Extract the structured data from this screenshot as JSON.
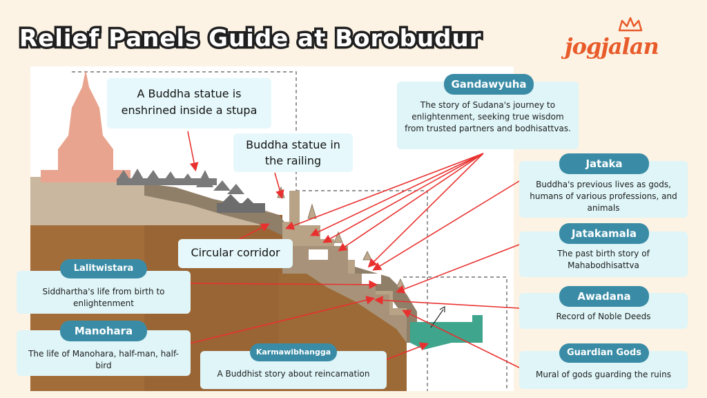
{
  "title": "Relief Panels Guide at Borobudur",
  "logo": "jogjalan",
  "colors": {
    "accent_teal": "#3a8ca6",
    "box_bg": "#dff5f8",
    "arrow": "#e8312f",
    "brand": "#e85b2a"
  },
  "callouts": {
    "stupa": "A Buddha statue is enshrined inside a stupa",
    "railing": "Buddha statue in the railing",
    "corridor": "Circular corridor",
    "gandawyuha": {
      "name": "Gandawyuha",
      "desc": "The story of Sudana's journey to enlightenment, seeking true wisdom from trusted partners and bodhisattvas."
    },
    "jataka": {
      "name": "Jataka",
      "desc": "Buddha's previous lives as gods, humans of various professions, and animals"
    },
    "jatakamala": {
      "name": "Jatakamala",
      "desc": "The past birth story of Mahabodhisattva"
    },
    "awadana": {
      "name": "Awadana",
      "desc": "Record of Noble Deeds"
    },
    "guardian": {
      "name": "Guardian Gods",
      "desc": "Mural of gods guarding the ruins"
    },
    "lalitwistara": {
      "name": "Lalitwistara",
      "desc": "Siddhartha's life from birth to enlightenment"
    },
    "manohara": {
      "name": "Manohara",
      "desc": "The life of Manohara, half-man, half-bird"
    },
    "karmawibhangga": {
      "name": "Karmawibhangga",
      "desc": "A Buddhist story about reincarnation"
    }
  }
}
